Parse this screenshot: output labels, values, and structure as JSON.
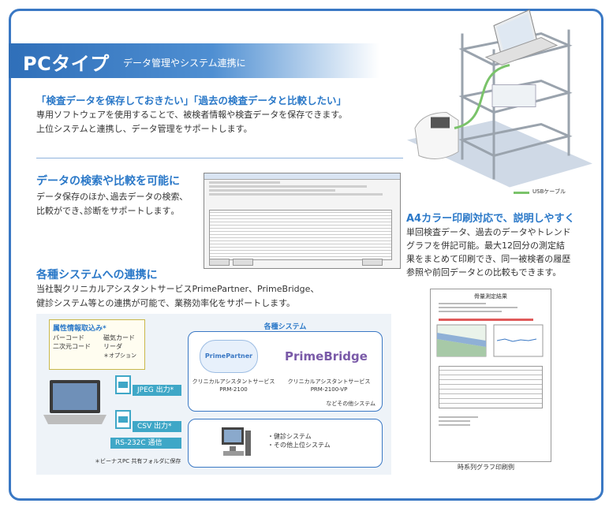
{
  "banner": {
    "title": "PCタイプ",
    "subtitle": "データ管理やシステム連携に"
  },
  "sec1": {
    "heading": "「検査データを保存しておきたい」「過去の検査データと比較したい」",
    "lines": [
      "専用ソフトウェアを使用することで、被検者情報や検査データを保存できます。",
      "上位システムと連携し、データ管理をサポートします。"
    ]
  },
  "sec2": {
    "heading": "データの検索や比較を可能に",
    "lines": [
      "データ保存のほか､過去データの検索､",
      "比較ができ､診断をサポートします｡"
    ]
  },
  "sec3": {
    "heading": "各種システムへの連携に",
    "lines": [
      "当社製クリニカルアシスタントサービスPrimePartner、PrimeBridge、",
      "健診システム等との連携が可能で、業務効率化をサポートします。"
    ]
  },
  "sec4": {
    "heading": "A4カラー印刷対応で、説明しやすく",
    "lines": [
      "単回検査データ、過去のデータやトレンド",
      "グラフを併記可能。最大12回分の測定結",
      "果をまとめて印刷でき、同一被検者の履歴",
      "参照や前回データとの比較もできます。"
    ]
  },
  "lab": {
    "usb_label": "USBケーブル"
  },
  "report": {
    "title": "骨量測定結果",
    "caption": "時系列グラフ印刷例"
  },
  "diagram": {
    "input_title": "属性情報取込み*",
    "input_items": [
      "バーコード",
      "二次元コード"
    ],
    "card_items": [
      "磁気カード",
      "リーダ"
    ],
    "option_note": "＊オプション",
    "systems_title": "各種システム",
    "primepartner_logo": "PrimePartner",
    "primebridge_logo": "PrimeBridge",
    "pp_caption": [
      "クリニカルアシスタントサービス",
      "PRM-2100"
    ],
    "pb_caption": [
      "クリニカルアシスタントサービス",
      "PRM-2100-VP"
    ],
    "other_systems": "などその他システム",
    "jpeg_label": "JPEG 出力*",
    "csv_label": "CSV 出力*",
    "rs_label": "RS-232C 通信",
    "lower_items": [
      "・健診システム",
      "・その他上位システム"
    ],
    "footnote": "＊ビーナスPC 共有フォルダに保存"
  },
  "colors": {
    "accent": "#2a78c8",
    "frame": "#3a78c4",
    "arrow": "#3fa7c7"
  }
}
